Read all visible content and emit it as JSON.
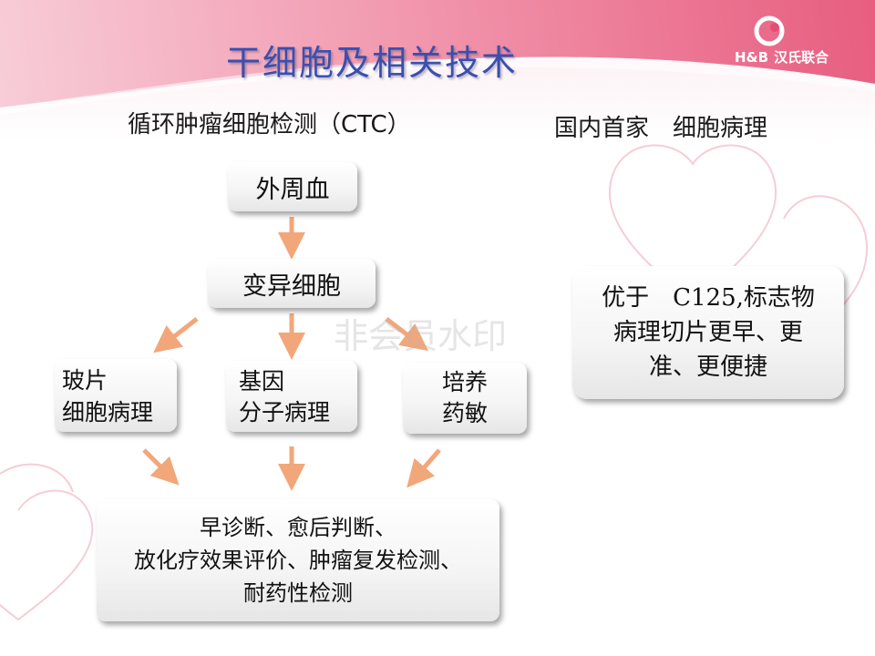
{
  "logo": {
    "brand": "H&B",
    "name": "汉氏联合"
  },
  "title": "干细胞及相关技术",
  "subtitle_left": "循环肿瘤细胞检测（CTC）",
  "subtitle_right": "国内首家　细胞病理",
  "flow": {
    "n1": "外周血",
    "n2": "变异细胞",
    "n3": {
      "l1": "玻片",
      "l2": "细胞病理"
    },
    "n4": {
      "l1": "基因",
      "l2": "分子病理"
    },
    "n5": {
      "l1": "培养",
      "l2": "药敏"
    },
    "n6": {
      "l1": "早诊断、愈后判断、",
      "l2": "放化疗效果评价、肿瘤复发检测、",
      "l3": "耐药性检测"
    }
  },
  "side_box": {
    "l1": "优于　C125,标志物",
    "l2": "病理切片更早、更",
    "l3": "准、更便捷"
  },
  "watermark": "非会员水印",
  "colors": {
    "arrow": "#f2a77a",
    "banner": "#e85a7c",
    "title": "#3a4fb0"
  }
}
